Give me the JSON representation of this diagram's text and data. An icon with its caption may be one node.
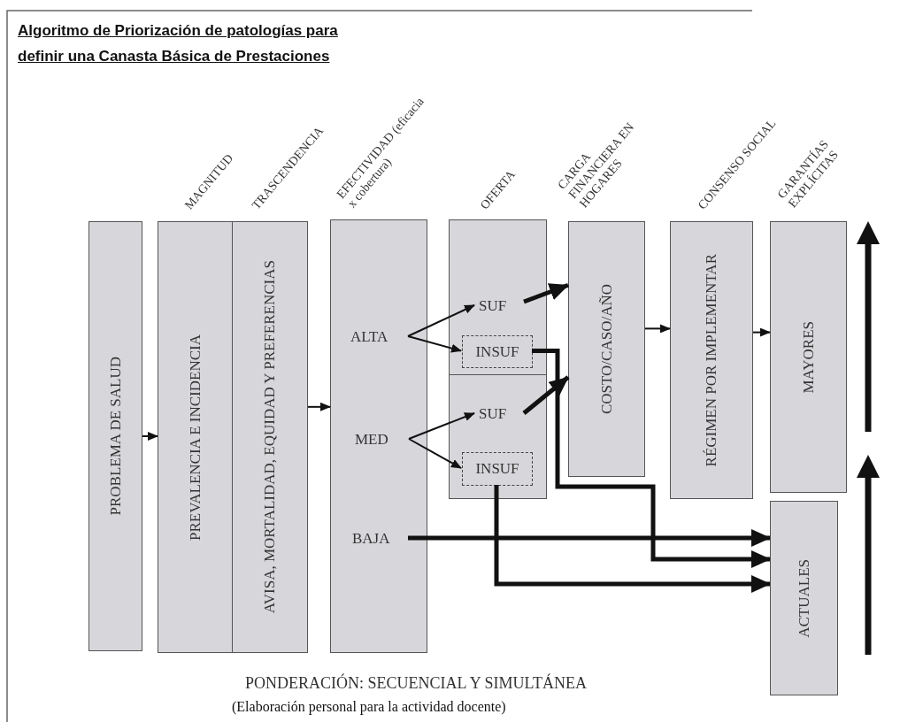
{
  "diagram": {
    "title": "Algoritmo de Priorización de patologías para definir una Canasta Básica de Prestaciones",
    "nodes": [
      {
        "text": [
          "PROBLEMA DE SALUD"
        ]
      },
      {
        "text": [
          "PREVALENCIA E INCIDENCIA"
        ]
      },
      {
        "text": [
          "AVISA, MORTALIDAD, EQUIDAD Y PREFERENCIAS"
        ]
      },
      {
        "text": [],
        "shape": "box"
      },
      {
        "text": [
          "ALTA"
        ],
        "in": 3
      },
      {
        "text": [
          "MED"
        ],
        "in": 3
      },
      {
        "text": [
          "BAJA"
        ],
        "in": 3
      },
      {
        "text": [],
        "shape": "box"
      },
      {
        "text": [
          "SUF"
        ],
        "in": 7
      },
      {
        "text": [
          "INSUF"
        ],
        "in": 7
      },
      {
        "text": [],
        "shape": "box"
      },
      {
        "text": [
          "SUF"
        ],
        "in": 10
      },
      {
        "text": [
          "INSUF"
        ],
        "in": 10
      },
      {
        "text": [
          "COSTO/CASO/AÑO"
        ]
      },
      {
        "text": [
          "RÉGIMEN POR IMPLEMENTAR"
        ]
      },
      {
        "text": [
          "MAYORES"
        ]
      },
      {
        "text": [
          "ACTUALES"
        ]
      }
    ],
    "edges": [
      {
        "from": 0,
        "to": 1,
        "arrow": "to"
      },
      {
        "from": 2,
        "to": 3,
        "arrow": "to"
      },
      {
        "from": 4,
        "to": 8,
        "arrow": "to"
      },
      {
        "from": 4,
        "to": 9,
        "arrow": "to"
      },
      {
        "from": 5,
        "to": 11,
        "arrow": "to"
      },
      {
        "from": 5,
        "to": 12,
        "arrow": "to"
      },
      {
        "from": 8,
        "to": 13,
        "arrow": "to",
        "style": "thick"
      },
      {
        "from": 11,
        "to": 13,
        "arrow": "to",
        "style": "thick"
      },
      {
        "from": 13,
        "to": 14,
        "arrow": "to"
      },
      {
        "from": 14,
        "to": 15,
        "arrow": "to"
      },
      {
        "from": 6,
        "to": 16,
        "arrow": "to",
        "style": "thick"
      },
      {
        "from": 9,
        "to": 16,
        "arrow": "to",
        "style": "thick"
      },
      {
        "from": 12,
        "to": 16,
        "arrow": "to",
        "style": "thick"
      }
    ],
    "labels": [
      "MAGNITUD",
      "TRASCENDENCIA",
      "EFECTIVIDAD (eficacia x cobertura)",
      "OFERTA",
      "CARGA FINANCIERA EN HOGARES",
      "CONSENSO SOCIAL",
      "GARANTÍAS EXPLÍCITAS",
      "PONDERACIÓN: SECUENCIAL Y SIMULTÁNEA"
    ],
    "caption": "(Elaboración personal para la actividad docente)"
  }
}
